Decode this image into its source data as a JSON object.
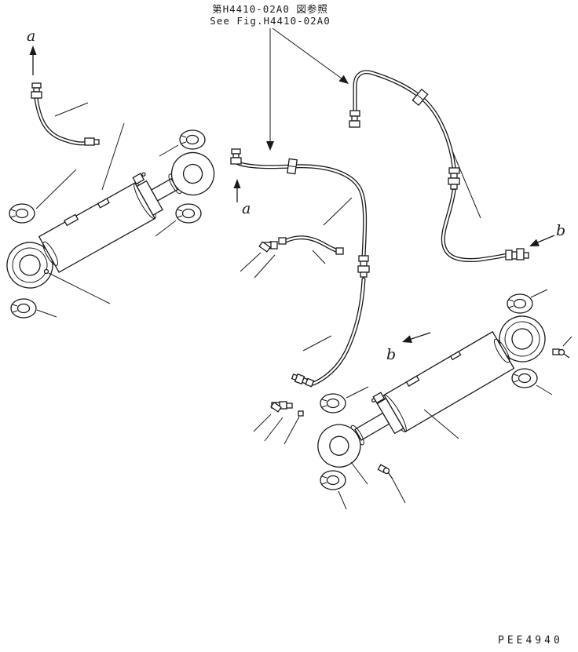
{
  "colors": {
    "background": "#ffffff",
    "line": "#1a1a1a"
  },
  "reference_note": {
    "line1": "第H4410-02A0 図参照",
    "line2": "See Fig.H4410-02A0"
  },
  "view_labels": {
    "a_top_left": "a",
    "a_middle": "a",
    "b_right": "b",
    "b_middle": "b"
  },
  "footer": {
    "drawing_code": "PEE4940"
  }
}
